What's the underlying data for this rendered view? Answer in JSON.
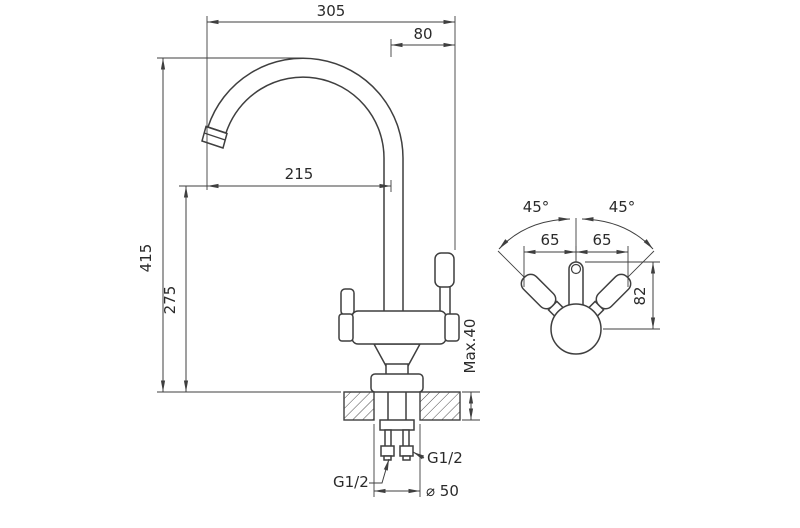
{
  "meta": {
    "background": "#ffffff",
    "line_color": "#3f3f3f",
    "text_color": "#2a2a2a",
    "drawing_type": "faucet-dimensional-drawing"
  },
  "side_view": {
    "dims": {
      "width_total": "305",
      "width_offset": "80",
      "spout_reach": "215",
      "height_total": "415",
      "height_spout": "275",
      "counter_thickness": "Max.40",
      "thread_left": "G1/2",
      "thread_right": "G1/2",
      "hole_diameter": "⌀ 50"
    }
  },
  "top_view": {
    "dims": {
      "angle_left": "45°",
      "angle_right": "45°",
      "handle_span_left": "65",
      "handle_span_right": "65",
      "spout_offset": "82"
    }
  }
}
